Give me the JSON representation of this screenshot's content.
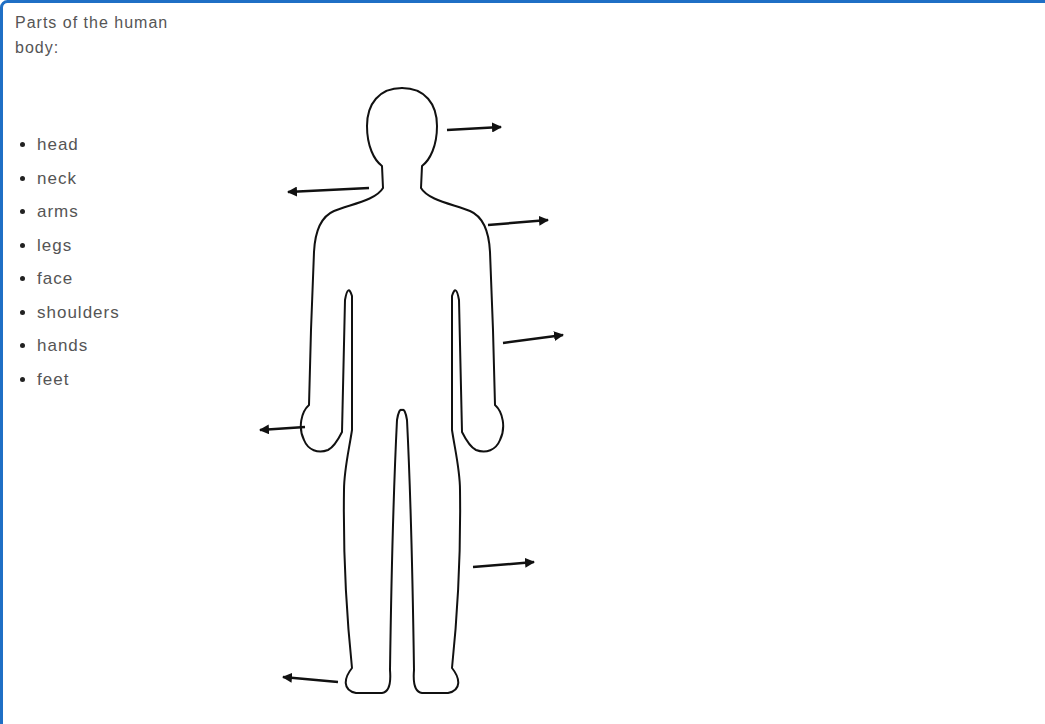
{
  "diagram": {
    "title": "Parts of the human body:",
    "labels": [
      "head",
      "neck",
      "arms",
      "legs",
      "face",
      "shoulders",
      "hands",
      "feet"
    ]
  }
}
